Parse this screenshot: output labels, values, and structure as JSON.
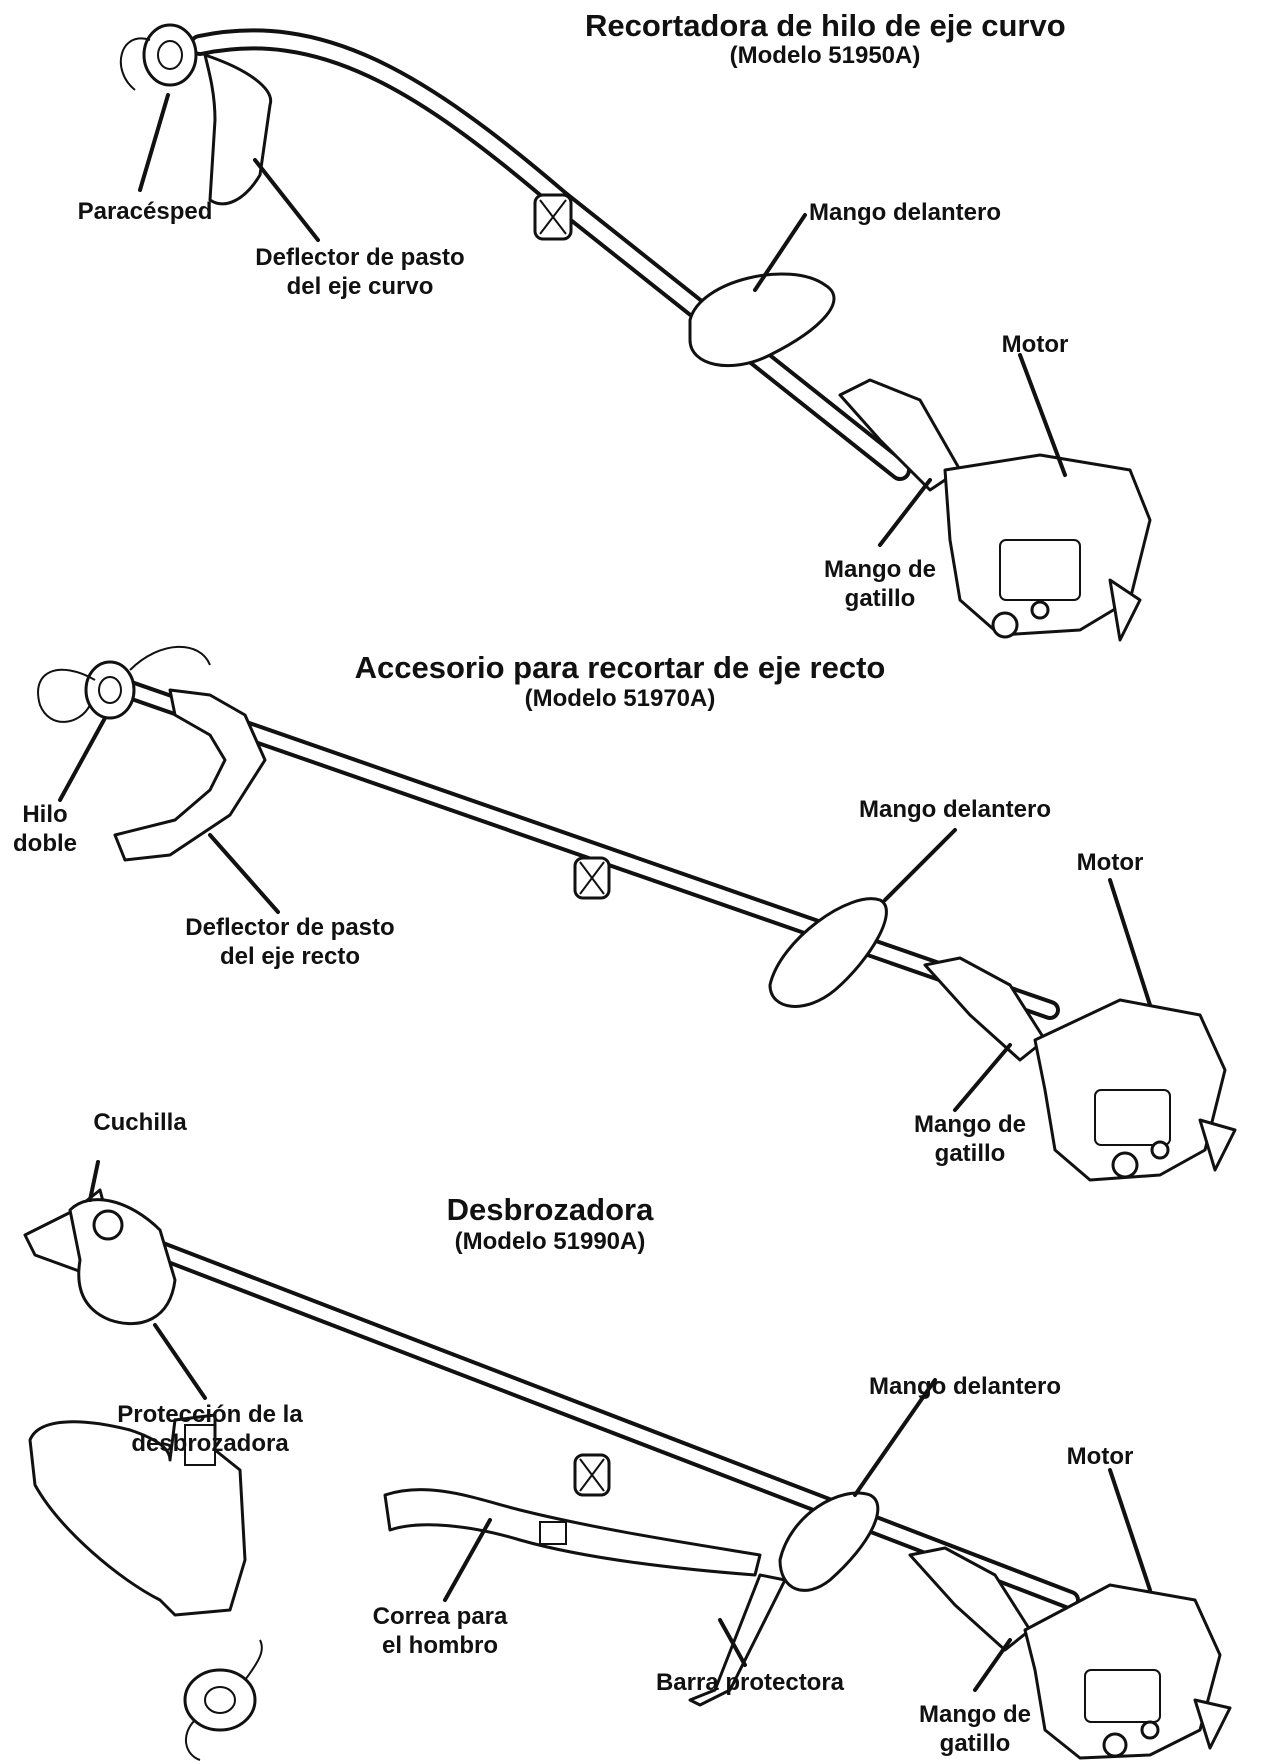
{
  "sections": [
    {
      "title": "Recortadora de hilo de eje curvo",
      "model": "(Modelo  51950A)",
      "labels": {
        "grass_guard": "Paracésped",
        "deflector_l1": "Deflector de pasto",
        "deflector_l2": "del eje curvo",
        "front_handle": "Mango delantero",
        "engine": "Motor",
        "trigger_l1": "Mango de",
        "trigger_l2": "gatillo"
      }
    },
    {
      "title": "Accesorio para recortar de eje recto",
      "model": "(Modelo  51970A)",
      "labels": {
        "dual_line_l1": "Hilo",
        "dual_line_l2": "doble",
        "deflector_l1": "Deflector de pasto",
        "deflector_l2": "del eje recto",
        "front_handle": "Mango delantero",
        "engine": "Motor",
        "trigger_l1": "Mango de",
        "trigger_l2": "gatillo"
      }
    },
    {
      "title": "Desbrozadora",
      "model": "(Modelo  51990A)",
      "labels": {
        "blade": "Cuchilla",
        "protection_l1": "Protección de la",
        "protection_l2": "desbrozadora",
        "front_handle": "Mango delantero",
        "engine": "Motor",
        "strap_l1": "Correa para",
        "strap_l2": "el hombro",
        "barrier_bar": "Barra protectora",
        "trigger_l1": "Mango de",
        "trigger_l2": "gatillo"
      }
    }
  ]
}
